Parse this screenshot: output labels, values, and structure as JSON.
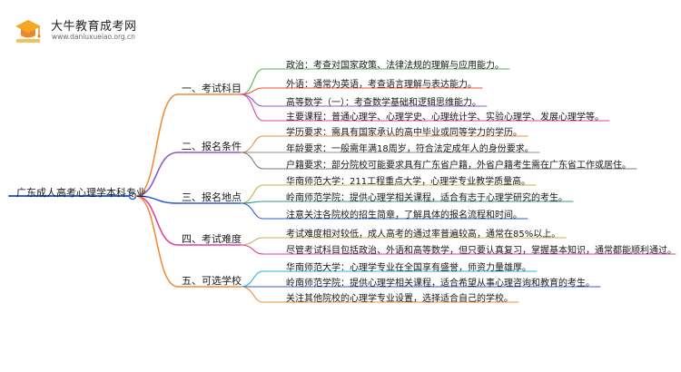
{
  "brand": {
    "title": "大牛教育成考网",
    "url": "www.daniuxueiao.org.cn"
  },
  "root": {
    "label": "广东成人高考心理学本科专业"
  },
  "branches": [
    {
      "label": "一、考试科目",
      "color": "#f28c38",
      "items": [
        {
          "text": "政治：考查对国家政策、法律法规的理解与应用能力。",
          "color": "#52b74c"
        },
        {
          "text": "外语：通常为英语，考查语言理解与表达能力。",
          "color": "#e8532f"
        },
        {
          "text": "高等数学（一）：考查数学基础和逻辑思维能力。",
          "color": "#8a5cc9"
        },
        {
          "text": "主要课程：普通心理学、心理学史、心理统计学、实验心理学、发展心理学等。",
          "color": "#e2409b"
        }
      ]
    },
    {
      "label": "二、报名条件",
      "color": "#8a5cc9",
      "items": [
        {
          "text": "学历要求：需具有国家承认的高中毕业或同等学力的学历。",
          "color": "#f28c38"
        },
        {
          "text": "年龄要求：一般需年满18周岁，符合法定成年人的身份要求。",
          "color": "#8c8c8c"
        },
        {
          "text": "户籍要求：部分院校可能要求具有广东省户籍，外省户籍考生需在广东省工作或居住。",
          "color": "#7a7a7a"
        }
      ]
    },
    {
      "label": "三、报名地点",
      "color": "#2d5fd8",
      "items": [
        {
          "text": "华南师范大学：211工程重点大学，心理学专业教学质量高。",
          "color": "#c9b24a"
        },
        {
          "text": "岭南师范学院：提供心理学相关课程，适合有志于心理学研究的考生。",
          "color": "#2d9b8f"
        },
        {
          "text": "注意关注各院校的招生简章，了解具体的报名流程和时间。",
          "color": "#2d5fd8"
        }
      ]
    },
    {
      "label": "四、考试难度",
      "color": "#e2409b",
      "items": [
        {
          "text": "考试难度相对较低，成人高考的通过率普遍较高，通常在85%以上。",
          "color": "#c9b24a"
        },
        {
          "text": "尽管考试科目包括政治、外语和高等数学，但只要认真复习，掌握基本知识，通常都能顺利通过。",
          "color": "#e2409b"
        }
      ]
    },
    {
      "label": "五、可选学校",
      "color": "#f28c38",
      "items": [
        {
          "text": "华南师范大学：心理学专业在全国享有盛誉，师资力量雄厚。",
          "color": "#2db0d8"
        },
        {
          "text": "岭南师范学院：提供心理学相关课程，适合希望从事心理咨询和教育的考生。",
          "color": "#2d5fd8"
        },
        {
          "text": "关注其他院校的心理学专业设置，选择适合自己的学校。",
          "color": "#f28c38"
        }
      ]
    }
  ]
}
